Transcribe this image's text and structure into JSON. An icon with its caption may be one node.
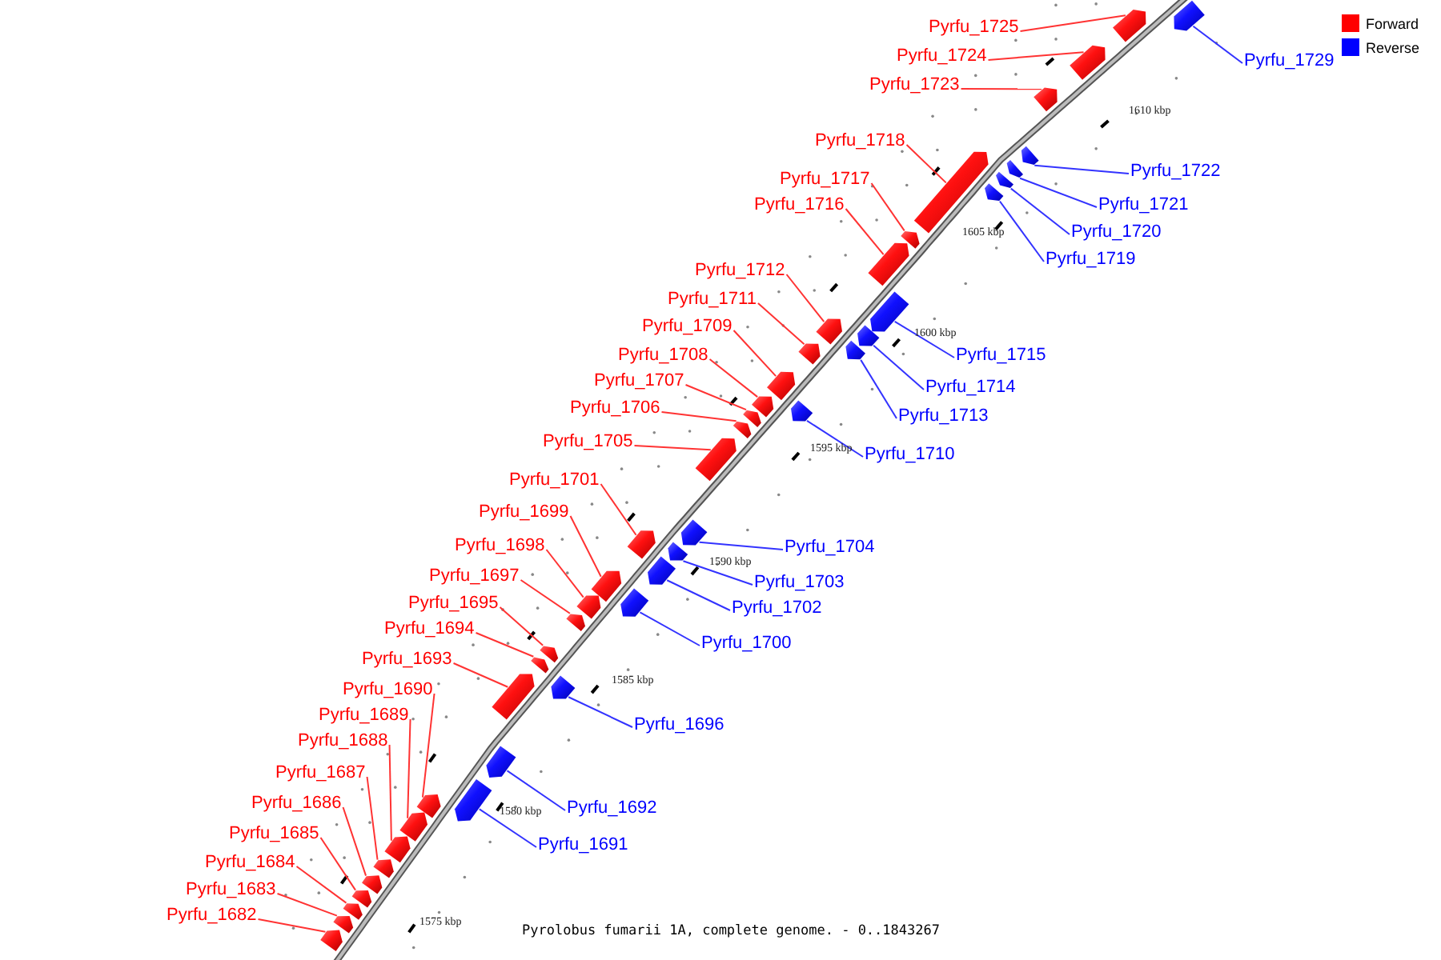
{
  "diagram": {
    "caption": "Pyrolobus fumarii 1A, complete genome. - 0..1843267",
    "nodes": [
      {
        "text": [
          "Pyrfu_1725"
        ]
      },
      {
        "text": [
          "Pyrfu_1724"
        ]
      },
      {
        "text": [
          "Pyrfu_1723"
        ]
      },
      {
        "text": [
          "Pyrfu_1718"
        ]
      },
      {
        "text": [
          "Pyrfu_1717"
        ]
      },
      {
        "text": [
          "Pyrfu_1716"
        ]
      },
      {
        "text": [
          "Pyrfu_1712"
        ]
      },
      {
        "text": [
          "Pyrfu_1711"
        ]
      },
      {
        "text": [
          "Pyrfu_1709"
        ]
      },
      {
        "text": [
          "Pyrfu_1708"
        ]
      },
      {
        "text": [
          "Pyrfu_1707"
        ]
      },
      {
        "text": [
          "Pyrfu_1706"
        ]
      },
      {
        "text": [
          "Pyrfu_1705"
        ]
      },
      {
        "text": [
          "Pyrfu_1701"
        ]
      },
      {
        "text": [
          "Pyrfu_1699"
        ]
      },
      {
        "text": [
          "Pyrfu_1698"
        ]
      },
      {
        "text": [
          "Pyrfu_1697"
        ]
      },
      {
        "text": [
          "Pyrfu_1695"
        ]
      },
      {
        "text": [
          "Pyrfu_1694"
        ]
      },
      {
        "text": [
          "Pyrfu_1693"
        ]
      },
      {
        "text": [
          "Pyrfu_1690"
        ]
      },
      {
        "text": [
          "Pyrfu_1689"
        ]
      },
      {
        "text": [
          "Pyrfu_1688"
        ]
      },
      {
        "text": [
          "Pyrfu_1687"
        ]
      },
      {
        "text": [
          "Pyrfu_1686"
        ]
      },
      {
        "text": [
          "Pyrfu_1685"
        ]
      },
      {
        "text": [
          "Pyrfu_1684"
        ]
      },
      {
        "text": [
          "Pyrfu_1683"
        ]
      },
      {
        "text": [
          "Pyrfu_1682"
        ]
      },
      {
        "text": [
          "Pyrfu_1729"
        ]
      },
      {
        "text": [
          "Pyrfu_1722"
        ]
      },
      {
        "text": [
          "Pyrfu_1721"
        ]
      },
      {
        "text": [
          "Pyrfu_1720"
        ]
      },
      {
        "text": [
          "Pyrfu_1719"
        ]
      },
      {
        "text": [
          "Pyrfu_1715"
        ]
      },
      {
        "text": [
          "Pyrfu_1714"
        ]
      },
      {
        "text": [
          "Pyrfu_1713"
        ]
      },
      {
        "text": [
          "Pyrfu_1710"
        ]
      },
      {
        "text": [
          "Pyrfu_1704"
        ]
      },
      {
        "text": [
          "Pyrfu_1703"
        ]
      },
      {
        "text": [
          "Pyrfu_1702"
        ]
      },
      {
        "text": [
          "Pyrfu_1700"
        ]
      },
      {
        "text": [
          "Pyrfu_1696"
        ]
      },
      {
        "text": [
          "Pyrfu_1692"
        ]
      },
      {
        "text": [
          "Pyrfu_1691"
        ]
      },
      {
        "text": [],
        "shape": "bar"
      },
      {
        "text": [],
        "shape": "bar"
      },
      {
        "text": [],
        "shape": "bar"
      },
      {
        "text": [],
        "shape": "bar"
      },
      {
        "text": [],
        "shape": "bar"
      },
      {
        "text": [],
        "shape": "bar"
      },
      {
        "text": [],
        "shape": "bar"
      },
      {
        "text": [],
        "shape": "bar"
      },
      {
        "text": [],
        "shape": "bar"
      },
      {
        "text": [],
        "shape": "bar"
      },
      {
        "text": [],
        "shape": "bar"
      },
      {
        "text": [],
        "shape": "bar"
      },
      {
        "text": [],
        "shape": "bar"
      },
      {
        "text": [],
        "shape": "bar"
      },
      {
        "text": [],
        "shape": "bar"
      },
      {
        "text": [],
        "shape": "bar"
      },
      {
        "text": [],
        "shape": "bar"
      },
      {
        "text": [],
        "shape": "bar"
      },
      {
        "text": [],
        "shape": "bar"
      },
      {
        "text": [],
        "shape": "bar"
      },
      {
        "text": [],
        "shape": "bar"
      },
      {
        "text": [],
        "shape": "bar"
      },
      {
        "text": [],
        "shape": "bar"
      },
      {
        "text": [],
        "shape": "bar"
      },
      {
        "text": [],
        "shape": "bar"
      },
      {
        "text": [],
        "shape": "bar"
      },
      {
        "text": [],
        "shape": "bar"
      },
      {
        "text": [],
        "shape": "bar"
      },
      {
        "text": [],
        "shape": "bar"
      },
      {
        "text": [],
        "shape": "bar"
      },
      {
        "text": [],
        "shape": "bar"
      },
      {
        "text": [],
        "shape": "bar"
      },
      {
        "text": [],
        "shape": "bar"
      },
      {
        "text": [],
        "shape": "bar"
      },
      {
        "text": [],
        "shape": "bar"
      },
      {
        "text": [],
        "shape": "bar"
      },
      {
        "text": [],
        "shape": "bar"
      },
      {
        "text": [],
        "shape": "bar"
      },
      {
        "text": [],
        "shape": "bar"
      },
      {
        "text": [],
        "shape": "bar"
      },
      {
        "text": [],
        "shape": "bar"
      },
      {
        "text": [],
        "shape": "bar"
      },
      {
        "text": [],
        "shape": "bar"
      },
      {
        "text": [],
        "shape": "bar"
      },
      {
        "text": [],
        "shape": "bar"
      }
    ],
    "edges": [
      {
        "from": 0,
        "to": 45,
        "arrow": "none"
      },
      {
        "from": 1,
        "to": 46,
        "arrow": "none"
      },
      {
        "from": 2,
        "to": 47,
        "arrow": "none"
      },
      {
        "from": 3,
        "to": 48,
        "arrow": "none"
      },
      {
        "from": 4,
        "to": 49,
        "arrow": "none"
      },
      {
        "from": 5,
        "to": 50,
        "arrow": "none"
      },
      {
        "from": 6,
        "to": 51,
        "arrow": "none"
      },
      {
        "from": 7,
        "to": 52,
        "arrow": "none"
      },
      {
        "from": 8,
        "to": 53,
        "arrow": "none"
      },
      {
        "from": 9,
        "to": 54,
        "arrow": "none"
      },
      {
        "from": 10,
        "to": 55,
        "arrow": "none"
      },
      {
        "from": 11,
        "to": 56,
        "arrow": "none"
      },
      {
        "from": 12,
        "to": 57,
        "arrow": "none"
      },
      {
        "from": 13,
        "to": 58,
        "arrow": "none"
      },
      {
        "from": 14,
        "to": 59,
        "arrow": "none"
      },
      {
        "from": 15,
        "to": 60,
        "arrow": "none"
      },
      {
        "from": 16,
        "to": 61,
        "arrow": "none"
      },
      {
        "from": 17,
        "to": 62,
        "arrow": "none"
      },
      {
        "from": 18,
        "to": 63,
        "arrow": "none"
      },
      {
        "from": 19,
        "to": 64,
        "arrow": "none"
      },
      {
        "from": 20,
        "to": 65,
        "arrow": "none"
      },
      {
        "from": 21,
        "to": 66,
        "arrow": "none"
      },
      {
        "from": 22,
        "to": 67,
        "arrow": "none"
      },
      {
        "from": 23,
        "to": 68,
        "arrow": "none"
      },
      {
        "from": 24,
        "to": 69,
        "arrow": "none"
      },
      {
        "from": 25,
        "to": 70,
        "arrow": "none"
      },
      {
        "from": 26,
        "to": 71,
        "arrow": "none"
      },
      {
        "from": 27,
        "to": 72,
        "arrow": "none"
      },
      {
        "from": 28,
        "to": 73,
        "arrow": "none"
      },
      {
        "from": 29,
        "to": 74,
        "arrow": "none",
        "color": "#3333ff"
      },
      {
        "from": 30,
        "to": 75,
        "arrow": "none",
        "color": "#3333ff"
      },
      {
        "from": 31,
        "to": 76,
        "arrow": "none",
        "color": "#3333ff"
      },
      {
        "from": 32,
        "to": 77,
        "arrow": "none",
        "color": "#3333ff"
      },
      {
        "from": 33,
        "to": 78,
        "arrow": "none",
        "color": "#3333ff"
      },
      {
        "from": 34,
        "to": 79,
        "arrow": "none",
        "color": "#3333ff"
      },
      {
        "from": 35,
        "to": 80,
        "arrow": "none",
        "color": "#3333ff"
      },
      {
        "from": 36,
        "to": 81,
        "arrow": "none",
        "color": "#3333ff"
      },
      {
        "from": 37,
        "to": 82,
        "arrow": "none",
        "color": "#3333ff"
      },
      {
        "from": 38,
        "to": 83,
        "arrow": "none",
        "color": "#3333ff"
      },
      {
        "from": 39,
        "to": 84,
        "arrow": "none",
        "color": "#3333ff"
      },
      {
        "from": 40,
        "to": 85,
        "arrow": "none",
        "color": "#3333ff"
      },
      {
        "from": 41,
        "to": 86,
        "arrow": "none",
        "color": "#3333ff"
      },
      {
        "from": 42,
        "to": 87,
        "arrow": "none",
        "color": "#3333ff"
      },
      {
        "from": 43,
        "to": 88,
        "arrow": "none",
        "color": "#3333ff"
      },
      {
        "from": 44,
        "to": 89,
        "arrow": "none",
        "color": "#3333ff"
      }
    ],
    "labels": [
      "1610 kbp",
      "1605 kbp",
      "1600 kbp",
      "1595 kbp",
      "1590 kbp",
      "1585 kbp",
      "1580 kbp",
      "1575 kbp"
    ],
    "legend": [
      {
        "text": "Forward",
        "color": "#ff0000"
      },
      {
        "text": "Reverse",
        "color": "#0000ff"
      }
    ]
  }
}
